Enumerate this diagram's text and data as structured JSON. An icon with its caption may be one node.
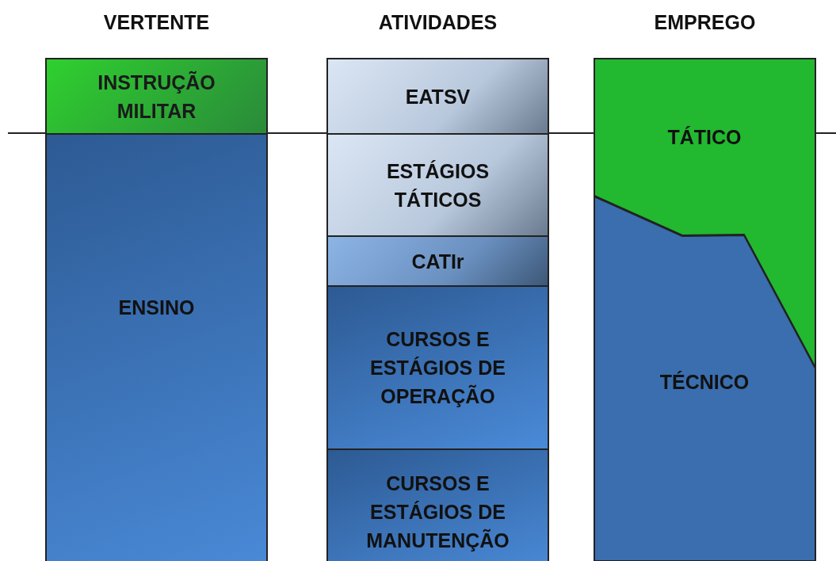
{
  "diagram": {
    "nodes": [
      {
        "text": [
          "INSTRUÇÃO MILITAR"
        ]
      },
      {
        "text": [
          "ENSINO"
        ]
      },
      {
        "text": [
          "EATSV"
        ]
      },
      {
        "text": [
          "ESTÁGIOS TÁTICOS"
        ]
      },
      {
        "text": [
          "CATIr"
        ]
      },
      {
        "text": [
          "CURSOS E ESTÁGIOS DE OPERAÇÃO"
        ]
      },
      {
        "text": [
          "CURSOS E ESTÁGIOS DE MANUTENÇÃO"
        ]
      },
      {
        "text": [
          "TÁTICO"
        ]
      },
      {
        "text": [
          "TÉCNICO"
        ]
      }
    ],
    "edges": [],
    "labels": [
      "VERTENTE",
      "ATIVIDADES",
      "EMPREGO"
    ]
  }
}
